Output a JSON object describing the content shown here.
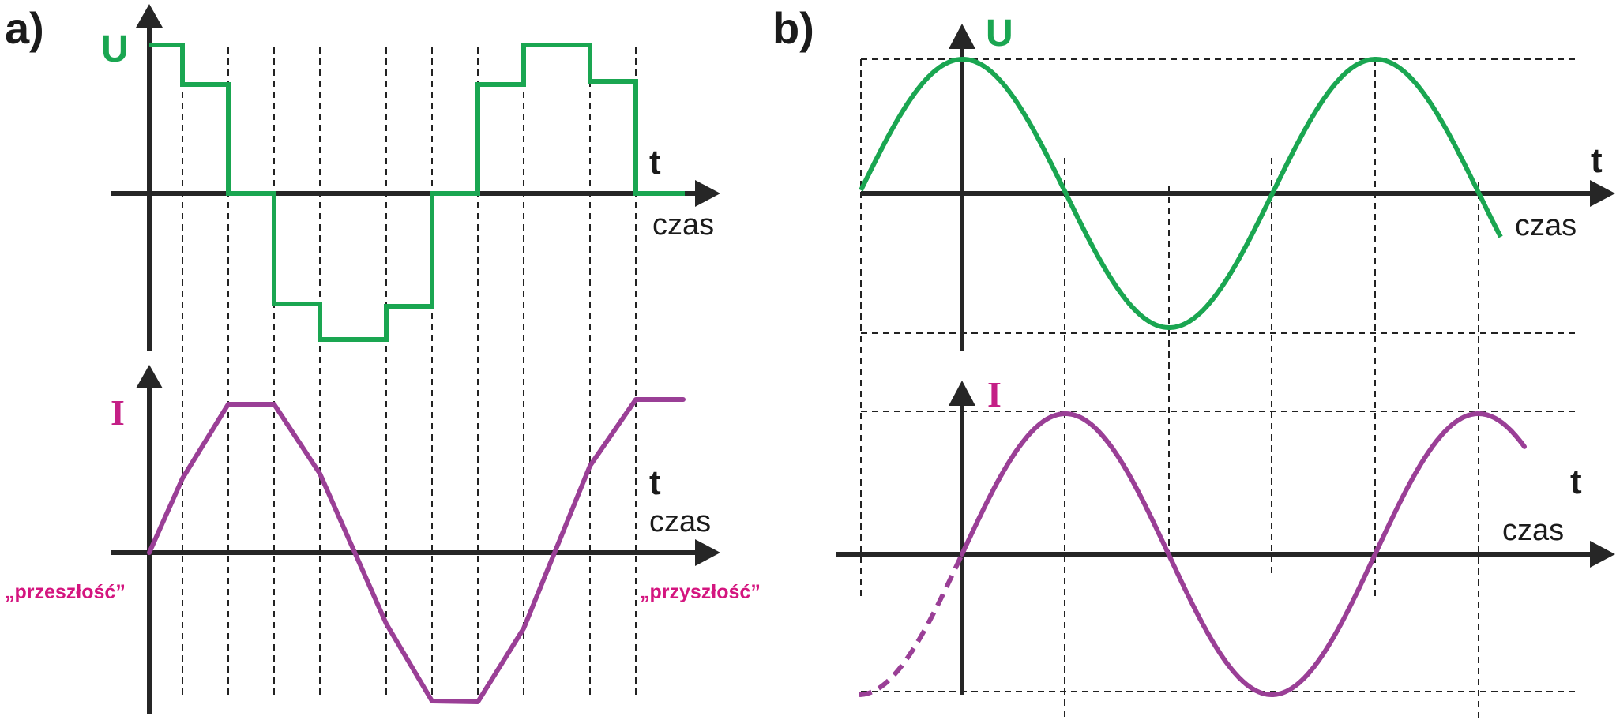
{
  "panel_a": {
    "label": "a)",
    "u_axis_label": "U",
    "i_axis_label": "I",
    "time_label": "t",
    "time_word": "czas",
    "past_label": "„przeszłość”",
    "future_label": "„przyszłość”"
  },
  "panel_b": {
    "label": "b)",
    "u_axis_label": "U",
    "i_axis_label": "I",
    "time_label": "t",
    "time_word": "czas"
  },
  "colors": {
    "voltage": "#1aa651",
    "current": "#9a3f96",
    "annotation": "#d4157f",
    "axis": "#262626"
  }
}
